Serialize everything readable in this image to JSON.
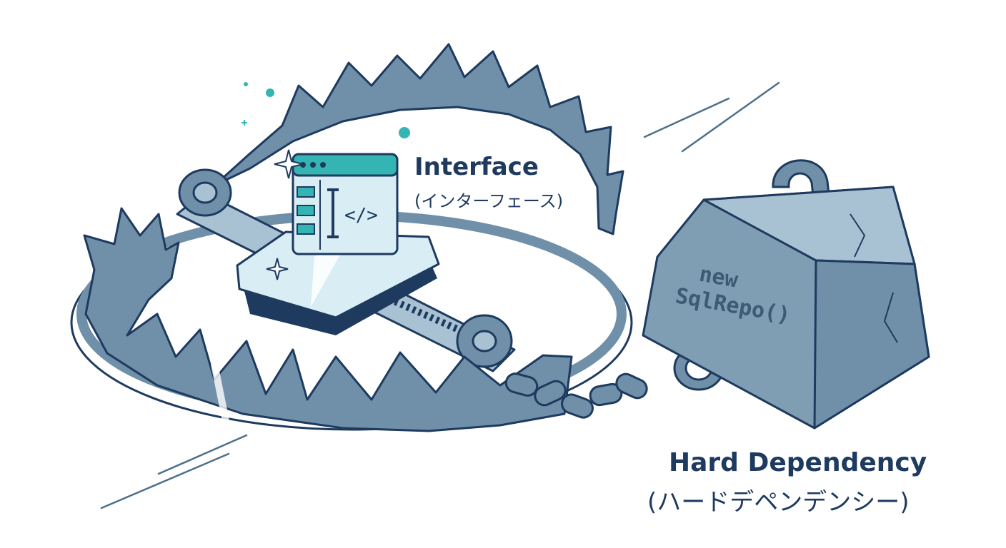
{
  "interface": {
    "title": "Interface",
    "subtitle": "(インターフェース)",
    "window_code_glyph": "</>"
  },
  "weight": {
    "code_line1": "new",
    "code_line2": "SqlRepo()"
  },
  "hard_dependency": {
    "title": "Hard Dependency",
    "subtitle": "(ハードデペンデンシー)"
  },
  "colors": {
    "outline": "#1e3a5f",
    "steel": "#6f90a8",
    "steel_light": "#a9c2d3",
    "steel_dark": "#4d6f88",
    "weight": "#7f9db3",
    "accent": "#34b5b3",
    "panel": "#d8eef4"
  },
  "icons": [
    "bear-trap",
    "interface-window-icon",
    "chain",
    "weight-block",
    "sparkle-icon"
  ]
}
